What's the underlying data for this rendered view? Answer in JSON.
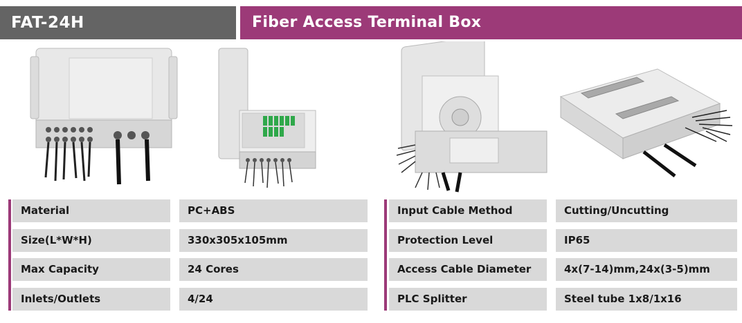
{
  "header": {
    "model": "FAT-24H",
    "title": "Fiber Access Terminal Box"
  },
  "specs_left": [
    {
      "label": "Material",
      "value": "PC+ABS"
    },
    {
      "label": "Size(L*W*H)",
      "value": "330x305x105mm"
    },
    {
      "label": "Max Capacity",
      "value": "24 Cores"
    },
    {
      "label": "Inlets/Outlets",
      "value": "4/24"
    }
  ],
  "specs_right": [
    {
      "label": "Input Cable Method",
      "value": "Cutting/Uncutting"
    },
    {
      "label": "Protection Level",
      "value": "IP65"
    },
    {
      "label": "Access Cable Diameter",
      "value": "4x(7-14)mm,24x(3-5)mm"
    },
    {
      "label": "PLC Splitter",
      "value": "Steel tube 1x8/1x16"
    }
  ],
  "colors": {
    "model_bar": "#646464",
    "title_bar": "#9c3a78",
    "cell_bg": "#d9d9d9"
  }
}
